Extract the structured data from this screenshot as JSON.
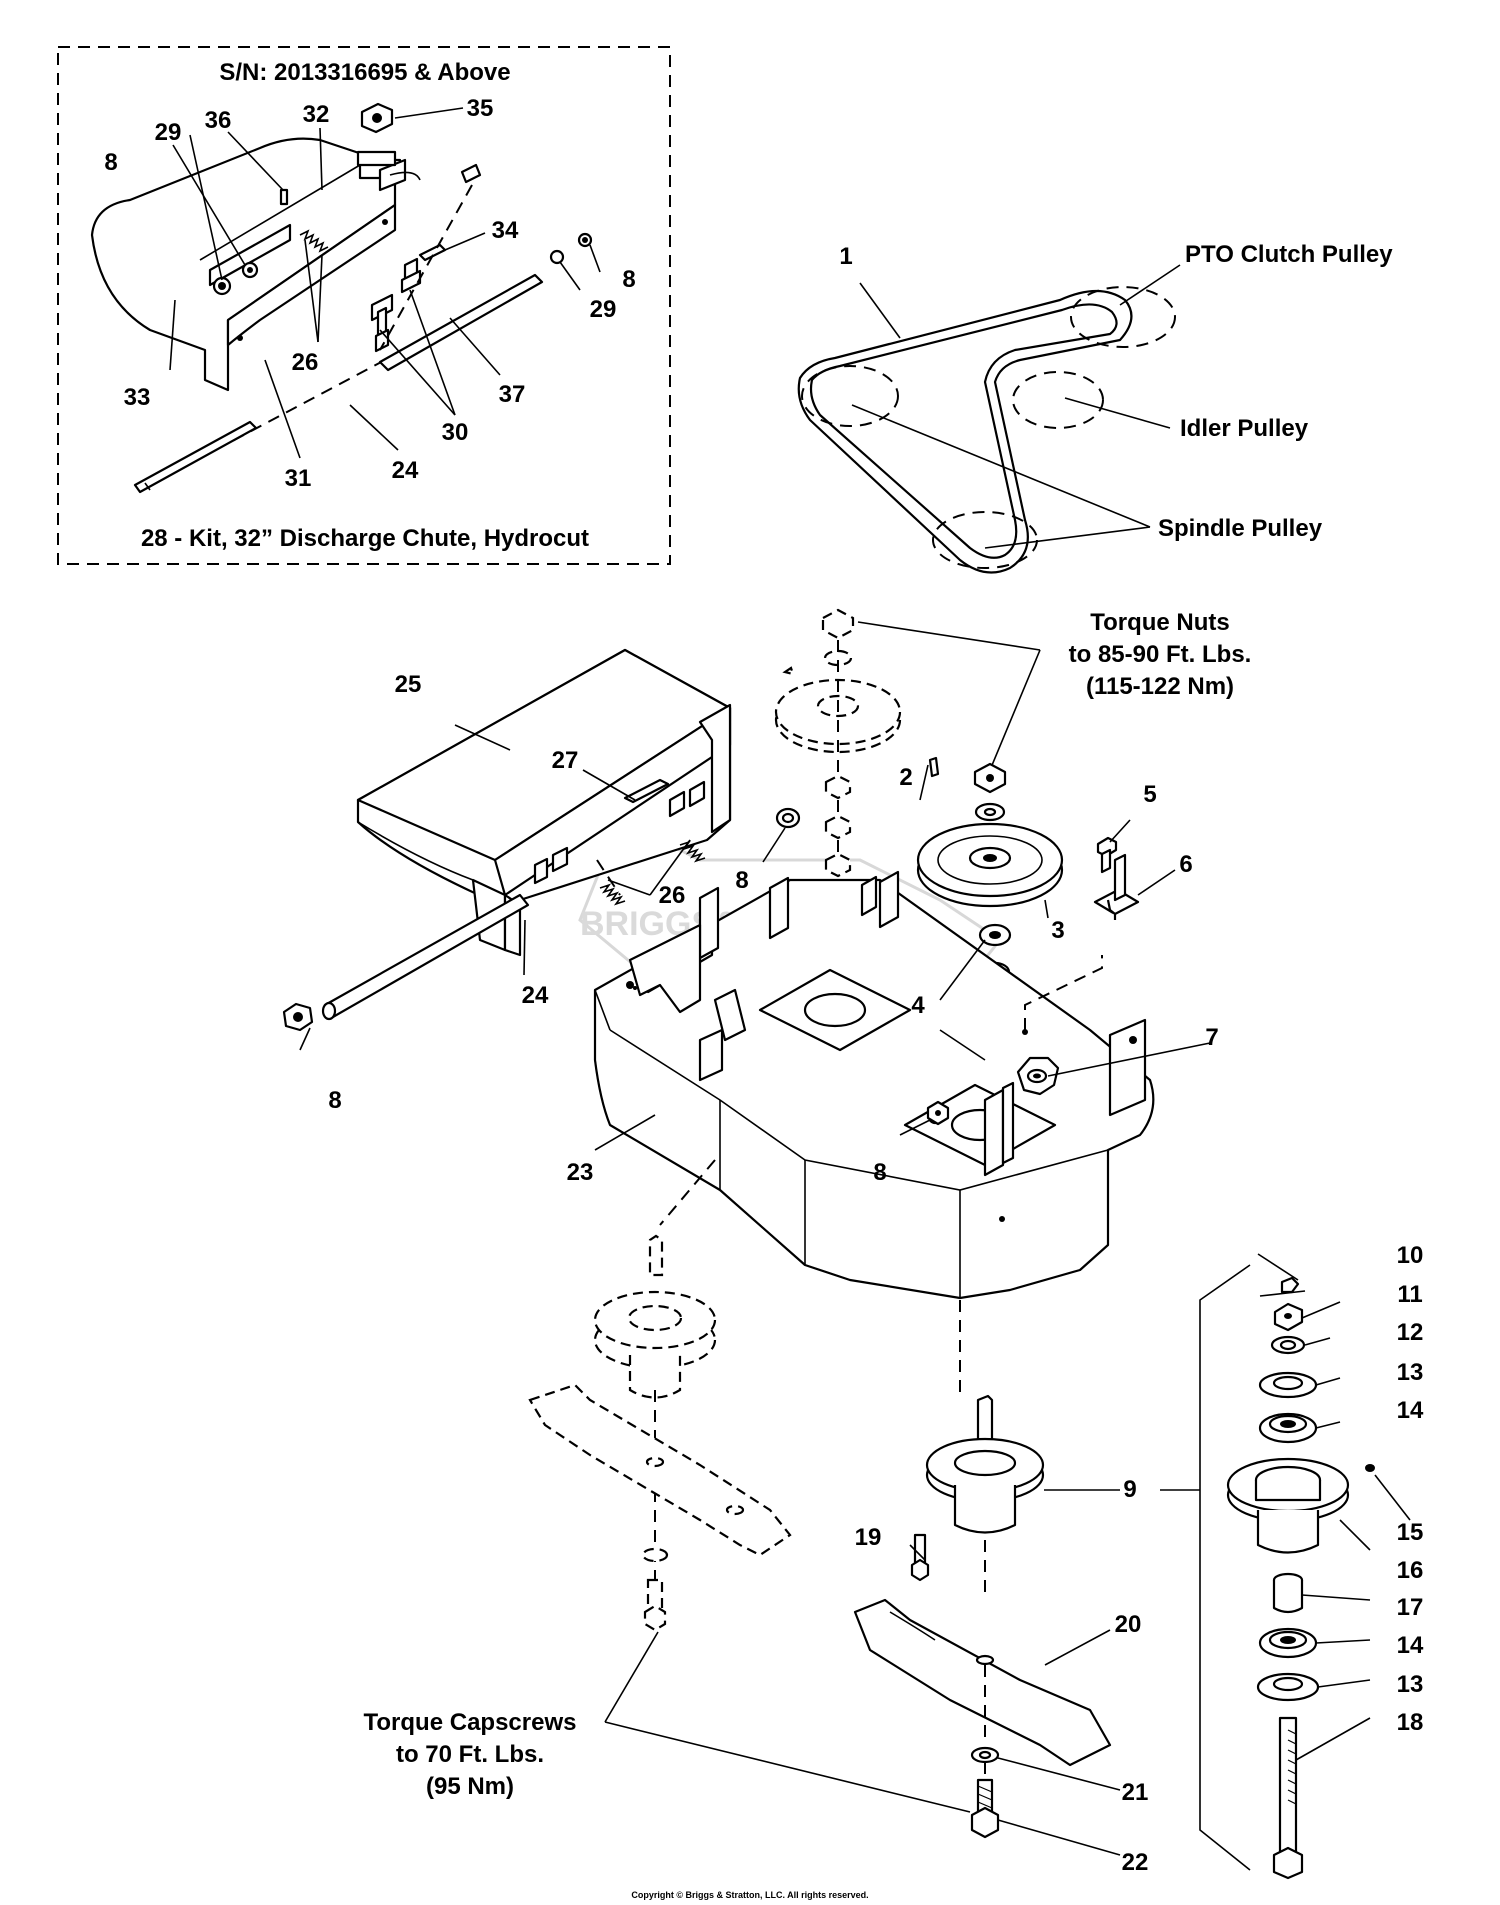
{
  "inset": {
    "serial_note": "S/N: 2013316695 & Above",
    "kit_note": "28 - Kit, 32” Discharge Chute, Hydrocut"
  },
  "belt_labels": {
    "pto": "PTO Clutch Pulley",
    "idler": "Idler Pulley",
    "spindle": "Spindle Pulley"
  },
  "torque_nuts": {
    "line1": "Torque Nuts",
    "line2": "to 85-90 Ft. Lbs.",
    "line3": "(115-122 Nm)"
  },
  "torque_capscrews": {
    "line1": "Torque Capscrews",
    "line2": "to 70 Ft. Lbs.",
    "line3": "(95 Nm)"
  },
  "watermark": "BRIGGS&STRATTON",
  "copyright": "Copyright © Briggs & Stratton, LLC. All rights reserved.",
  "callouts": [
    {
      "id": "c-36",
      "num": "36"
    },
    {
      "id": "c-32",
      "num": "32"
    },
    {
      "id": "c-35",
      "num": "35"
    },
    {
      "id": "c-29a",
      "num": "29"
    },
    {
      "id": "c-8a",
      "num": "8"
    },
    {
      "id": "c-34",
      "num": "34"
    },
    {
      "id": "c-8b",
      "num": "8"
    },
    {
      "id": "c-29b",
      "num": "29"
    },
    {
      "id": "c-26a",
      "num": "26"
    },
    {
      "id": "c-33",
      "num": "33"
    },
    {
      "id": "c-37",
      "num": "37"
    },
    {
      "id": "c-30",
      "num": "30"
    },
    {
      "id": "c-31",
      "num": "31"
    },
    {
      "id": "c-24a",
      "num": "24"
    },
    {
      "id": "c-1",
      "num": "1"
    },
    {
      "id": "c-25",
      "num": "25"
    },
    {
      "id": "c-27",
      "num": "27"
    },
    {
      "id": "c-2",
      "num": "2"
    },
    {
      "id": "c-5",
      "num": "5"
    },
    {
      "id": "c-6",
      "num": "6"
    },
    {
      "id": "c-8c",
      "num": "8"
    },
    {
      "id": "c-26b",
      "num": "26"
    },
    {
      "id": "c-3",
      "num": "3"
    },
    {
      "id": "c-4",
      "num": "4"
    },
    {
      "id": "c-24b",
      "num": "24"
    },
    {
      "id": "c-7",
      "num": "7"
    },
    {
      "id": "c-8d",
      "num": "8"
    },
    {
      "id": "c-8e",
      "num": "8"
    },
    {
      "id": "c-23",
      "num": "23"
    },
    {
      "id": "c-10",
      "num": "10"
    },
    {
      "id": "c-11",
      "num": "11"
    },
    {
      "id": "c-12",
      "num": "12"
    },
    {
      "id": "c-13a",
      "num": "13"
    },
    {
      "id": "c-14a",
      "num": "14"
    },
    {
      "id": "c-9",
      "num": "9"
    },
    {
      "id": "c-15",
      "num": "15"
    },
    {
      "id": "c-16",
      "num": "16"
    },
    {
      "id": "c-19",
      "num": "19"
    },
    {
      "id": "c-17",
      "num": "17"
    },
    {
      "id": "c-20",
      "num": "20"
    },
    {
      "id": "c-14b",
      "num": "14"
    },
    {
      "id": "c-13b",
      "num": "13"
    },
    {
      "id": "c-18",
      "num": "18"
    },
    {
      "id": "c-21",
      "num": "21"
    },
    {
      "id": "c-22",
      "num": "22"
    }
  ]
}
